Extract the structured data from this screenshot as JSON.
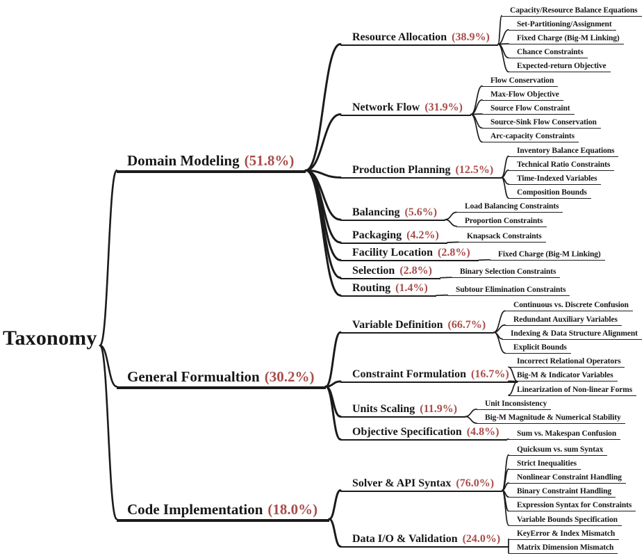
{
  "diagram_title": "Taxonomy",
  "colors": {
    "text": "#17171a",
    "line": "#1b1b1b",
    "percent": "#a84d4a",
    "background": "#ffffff"
  },
  "root": {
    "label": "Taxonomy"
  },
  "branches": [
    {
      "label": "Domain Modeling",
      "pct": "(51.8%)",
      "children": [
        {
          "label": "Resource Allocation",
          "pct": "(38.9%)",
          "children": [
            "Capacity/Resource Balance Equations",
            "Set-Partitioning/Assignment",
            "Fixed Charge (Big-M Linking)",
            "Chance Constraints",
            "Expected-return Objective"
          ]
        },
        {
          "label": "Network Flow",
          "pct": "(31.9%)",
          "children": [
            "Flow Conservation",
            "Max-Flow Objective",
            "Source Flow Constraint",
            "Source-Sink Flow Conservation",
            "Arc-capacity Constraints"
          ]
        },
        {
          "label": "Production Planning",
          "pct": "(12.5%)",
          "children": [
            "Inventory Balance Equations",
            "Technical Ratio Constraints",
            "Time-Indexed Variables",
            "Composition Bounds"
          ]
        },
        {
          "label": "Balancing",
          "pct": "(5.6%)",
          "children": [
            "Load Balancing Constraints",
            "Proportion Constraints"
          ]
        },
        {
          "label": "Packaging",
          "pct": "(4.2%)",
          "children": [
            "Knapsack Constraints"
          ]
        },
        {
          "label": "Facility Location",
          "pct": "(2.8%)",
          "children": [
            "Fixed Charge (Big-M Linking)"
          ]
        },
        {
          "label": "Selection",
          "pct": "(2.8%)",
          "children": [
            "Binary Selection Constraints"
          ]
        },
        {
          "label": "Routing",
          "pct": "(1.4%)",
          "children": [
            "Subtour Elimination Constraints"
          ]
        }
      ]
    },
    {
      "label": "General Formualtion",
      "pct": "(30.2%)",
      "children": [
        {
          "label": "Variable Definition",
          "pct": "(66.7%)",
          "children": [
            "Continuous vs. Discrete Confusion",
            "Redundant Auxiliary Variables",
            "Indexing & Data Structure Alignment",
            "Explicit Bounds"
          ]
        },
        {
          "label": "Constraint Formulation",
          "pct": "(16.7%)",
          "children": [
            "Incorrect Relational Operators",
            "Big-M & Indicator Variables",
            "Linearization of Non-linear Forms"
          ]
        },
        {
          "label": "Units Scaling",
          "pct": "(11.9%)",
          "children": [
            "Unit Inconsistency",
            "Big-M Magnitude & Numerical Stability"
          ]
        },
        {
          "label": "Objective Specification",
          "pct": "(4.8%)",
          "children": [
            "Sum vs. Makespan Confusion"
          ]
        }
      ]
    },
    {
      "label": "Code Implementation",
      "pct": "(18.0%)",
      "children": [
        {
          "label": "Solver & API Syntax",
          "pct": "(76.0%)",
          "children": [
            "Quicksum vs. sum Syntax",
            "Strict Inequalities",
            "Nonlinear Constraint Handling",
            "Binary Constraint Handling",
            "Expression Syntax for Constraints",
            "Variable Bounds Specification"
          ]
        },
        {
          "label": "Data I/O & Validation",
          "pct": "(24.0%)",
          "children": [
            "KeyError & Index Mismatch",
            "Matrix Dimension Mismatch"
          ]
        }
      ]
    }
  ]
}
